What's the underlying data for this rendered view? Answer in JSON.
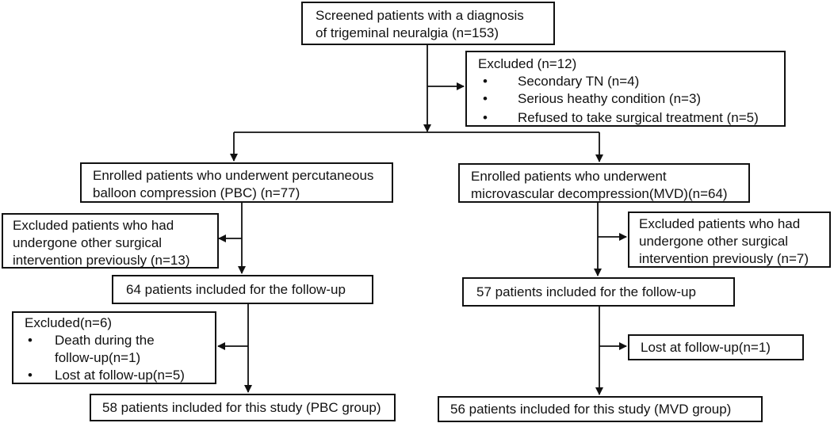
{
  "screened": {
    "line1": "Screened patients with a diagnosis",
    "line2": "of trigeminal neuralgia (n=153)"
  },
  "excluded_top": {
    "title": "Excluded (n=12)",
    "items": [
      "Secondary TN (n=4)",
      "Serious heathy condition (n=3)",
      "Refused to take surgical treatment (n=5)"
    ]
  },
  "pbc": {
    "enrolled": {
      "line1": "Enrolled patients who underwent percutaneous",
      "line2": "balloon compression (PBC) (n=77)"
    },
    "excluded_prior": {
      "line1": "Excluded patients who had",
      "line2": "undergone other surgical",
      "line3": "intervention previously (n=13)"
    },
    "followup": "64 patients included for the follow-up",
    "excluded_followup": {
      "title": "Excluded(n=6)",
      "items": [
        {
          "line1": "Death during the",
          "line2": "follow-up(n=1)"
        },
        {
          "line1": "Lost at follow-up(n=5)"
        }
      ]
    },
    "final": "58 patients included for this study (PBC group)"
  },
  "mvd": {
    "enrolled": {
      "line1": "Enrolled patients who underwent",
      "line2": "microvascular decompression(MVD)(n=64)"
    },
    "excluded_prior": {
      "line1": "Excluded patients who had",
      "line2": "undergone other surgical",
      "line3": "intervention previously (n=7)"
    },
    "followup": "57 patients included for the follow-up",
    "lost": "Lost at follow-up(n=1)",
    "final": "56 patients included for this study (MVD group)"
  },
  "colors": {
    "stroke": "#111111",
    "background": "#ffffff"
  }
}
